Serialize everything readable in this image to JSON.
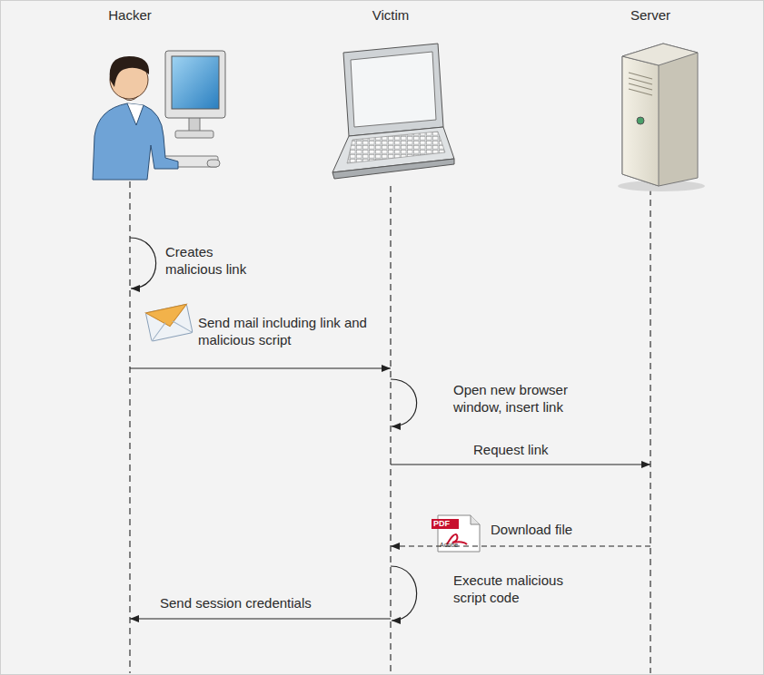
{
  "diagram": {
    "nodes": [
      {
        "text": [
          "Hacker"
        ]
      },
      {
        "text": [
          "Victim"
        ]
      },
      {
        "text": [
          "Server"
        ]
      }
    ],
    "edges": [
      {
        "from": 0,
        "to": 0,
        "arrow": "to",
        "label": "Creates malicious link"
      },
      {
        "from": 0,
        "to": 1,
        "arrow": "to",
        "label": "Send mail including link and malicious script"
      },
      {
        "from": 1,
        "to": 1,
        "arrow": "to",
        "label": "Open new browser window, insert link"
      },
      {
        "from": 1,
        "to": 2,
        "arrow": "to",
        "label": "Request link"
      },
      {
        "from": 2,
        "to": 1,
        "arrow": "to",
        "label": "Download file"
      },
      {
        "from": 1,
        "to": 1,
        "arrow": "to",
        "label": "Execute malicious script code"
      },
      {
        "from": 1,
        "to": 0,
        "arrow": "to",
        "label": "Send session credentials"
      }
    ],
    "labels": [
      "PDF",
      "Adobe"
    ]
  }
}
